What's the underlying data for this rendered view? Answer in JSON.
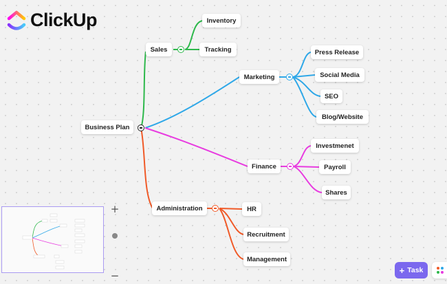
{
  "app": {
    "logo_text": "ClickUp"
  },
  "colors": {
    "sales": "#2db84b",
    "marketing": "#2fa8e8",
    "finance": "#e83ce0",
    "administration": "#f05a28",
    "root": "#222222",
    "minimap_border": "#a99af2",
    "task_button": "#7b68ee"
  },
  "mindmap": {
    "root": "Business Plan",
    "branches": [
      {
        "key": "sales",
        "label": "Sales",
        "children": [
          "Inventory",
          "Tracking"
        ]
      },
      {
        "key": "marketing",
        "label": "Marketing",
        "children": [
          "Press Release",
          "Social Media",
          "SEO",
          "Blog/Website"
        ]
      },
      {
        "key": "finance",
        "label": "Finance",
        "children": [
          "Investmenet",
          "Payroll",
          "Shares"
        ]
      },
      {
        "key": "administration",
        "label": "Administration",
        "children": [
          "HR",
          "Recruitment",
          "Management"
        ]
      }
    ]
  },
  "controls": {
    "zoom_in": "+",
    "zoom_out": "−",
    "task_button": "Task",
    "task_icon": "+"
  },
  "icons": {
    "logo": "clickup-logo-icon",
    "collapse": "collapse-minus-icon",
    "apps": "apps-grid-icon",
    "plus": "plus-icon"
  }
}
